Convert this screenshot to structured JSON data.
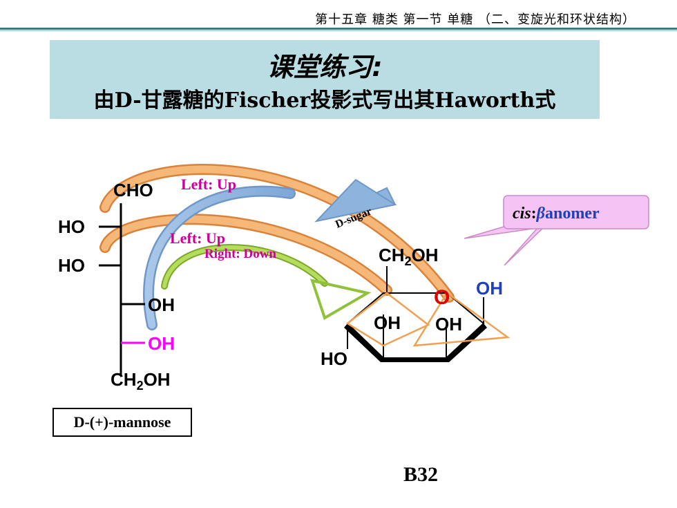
{
  "header": {
    "text": "第十五章 糖类  第一节 单糖 （二、变旋光和环状结构）"
  },
  "title": {
    "line1": "课堂练习:",
    "line2": "由D-甘露糖的Fischer投影式写出其Haworth式"
  },
  "fischer": {
    "c1": "CHO",
    "c2_left": "HO",
    "c3_left": "HO",
    "c4_right": "OH",
    "c5_right": "OH",
    "c6": "CH2OH",
    "name": "D-(+)-mannose"
  },
  "arrow_labels": {
    "left_up_1": "Left: Up",
    "left_up_2": "Left: Up",
    "right_down": "Right: Down",
    "d_sugar": "D-sugar"
  },
  "haworth": {
    "ch2oh": "CH2OH",
    "ring_o": "O",
    "anomeric_oh": "OH",
    "c2_oh": "OH",
    "c3_oh": "OH",
    "c4_ho": "HO"
  },
  "callout": {
    "cis": "cis",
    "beta": "β",
    "anomer": "anomer"
  },
  "page_id": "B32",
  "colors": {
    "title_bg": "#b9dde2",
    "header_rule": "#3b7a80",
    "label_magenta": "#cc0099",
    "oh_blue": "#1f3fbf",
    "ring_o_red": "#e00000",
    "orange_arrow": "#f0a050",
    "blue_arrow": "#8db4dd",
    "green_arrow": "#99cc33",
    "callout_fill": "#f6c4f4",
    "highlight_oh": "#ff00ff"
  }
}
